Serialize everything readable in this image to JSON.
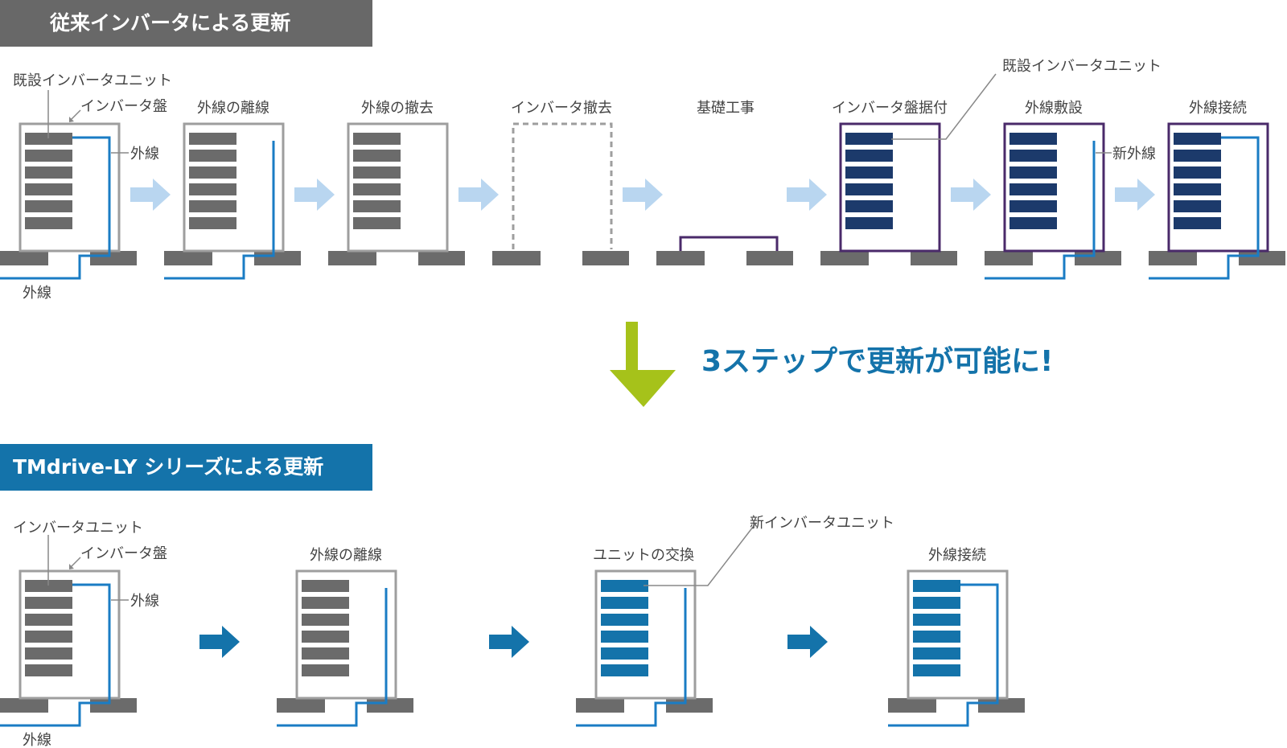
{
  "section_old": {
    "title": "従来インバータによる更新",
    "callouts": {
      "existing_unit": "既設インバータユニット",
      "panel": "インバータ盤",
      "outer_wire_right": "外線",
      "outer_wire_bottom": "外線",
      "existing_unit_top": "既設インバータユニット",
      "new_wire": "新外線"
    },
    "steps": [
      "外線の離線",
      "外線の撤去",
      "インバータ撤去",
      "基礎工事",
      "インバータ盤据付",
      "外線敷設",
      "外線接続"
    ]
  },
  "headline": "3ステップで更新が可能に!",
  "section_new": {
    "title": "TMdrive-LY シリーズによる更新",
    "callouts": {
      "unit": "インバータユニット",
      "panel": "インバータ盤",
      "outer_wire_right": "外線",
      "outer_wire_bottom": "外線",
      "new_unit": "新インバータユニット"
    },
    "steps": [
      "外線の離線",
      "ユニットの交換",
      "外線接続"
    ]
  },
  "colors": {
    "old_header_bg": "#686868",
    "new_header_bg": "#1473aa",
    "panel_frame_gray": "#9e9e9e",
    "panel_frame_purple": "#4a2a6a",
    "old_unit": "#6b6b6b",
    "new_unit_navy": "#1c3a6b",
    "new_unit_blue": "#1473aa",
    "wire": "#1a7cc4",
    "light_arrow": "#b9d6f0",
    "big_arrow": "#a6c21a",
    "base": "#6b6b6b"
  }
}
